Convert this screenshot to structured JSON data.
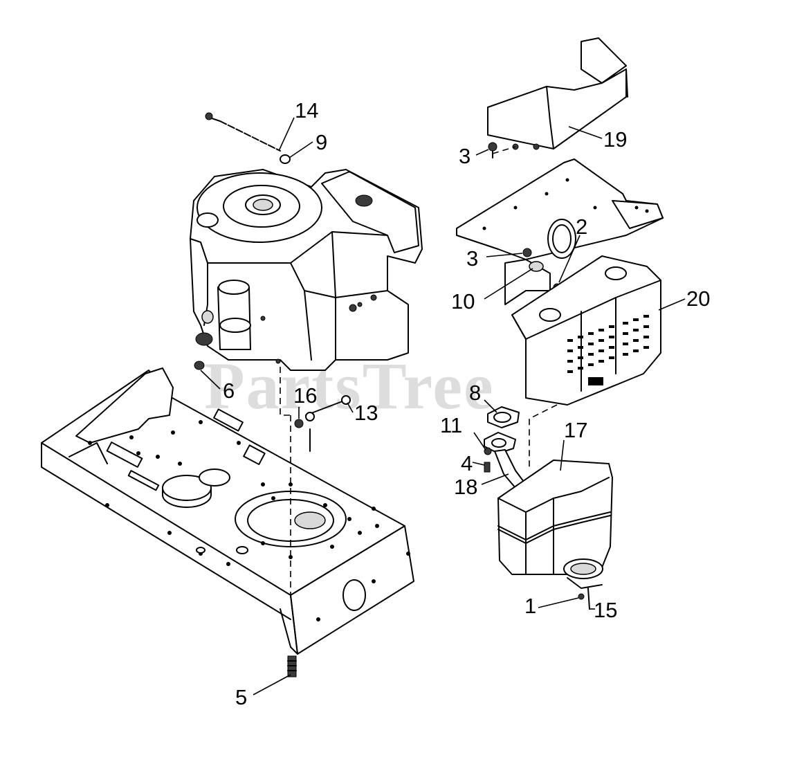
{
  "diagram": {
    "watermark": "PartsTree",
    "callouts": [
      {
        "id": "14",
        "label": "14"
      },
      {
        "id": "9",
        "label": "9"
      },
      {
        "id": "3a",
        "label": "3"
      },
      {
        "id": "19",
        "label": "19"
      },
      {
        "id": "2",
        "label": "2"
      },
      {
        "id": "3b",
        "label": "3"
      },
      {
        "id": "10",
        "label": "10"
      },
      {
        "id": "20",
        "label": "20"
      },
      {
        "id": "6",
        "label": "6"
      },
      {
        "id": "16",
        "label": "16"
      },
      {
        "id": "13",
        "label": "13"
      },
      {
        "id": "8",
        "label": "8"
      },
      {
        "id": "17",
        "label": "17"
      },
      {
        "id": "11",
        "label": "11"
      },
      {
        "id": "4",
        "label": "4"
      },
      {
        "id": "18",
        "label": "18"
      },
      {
        "id": "1",
        "label": "1"
      },
      {
        "id": "15",
        "label": "15"
      },
      {
        "id": "5",
        "label": "5"
      }
    ]
  }
}
